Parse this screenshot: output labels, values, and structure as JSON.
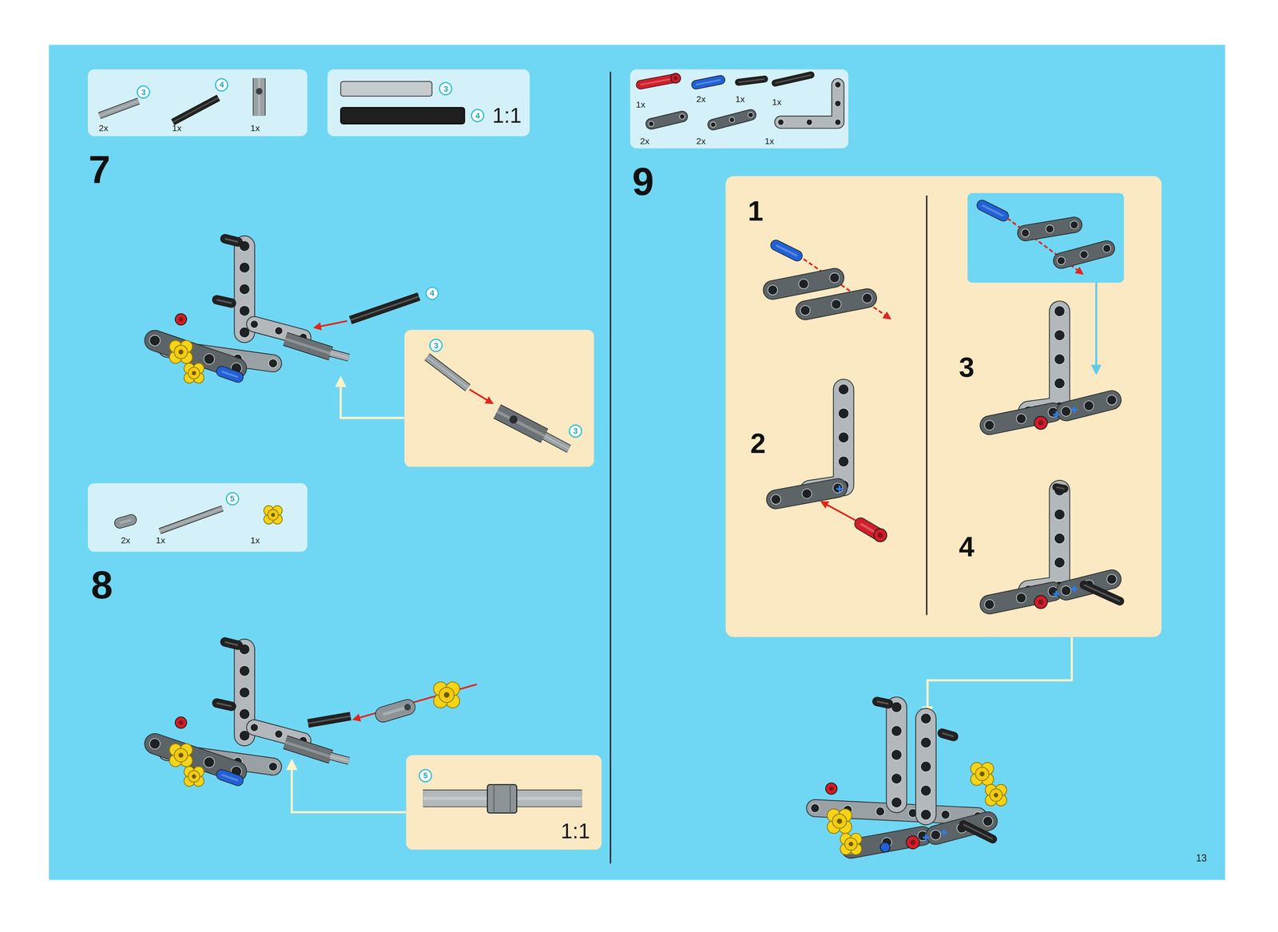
{
  "diagram": {
    "nodes": [
      {
        "text": [
          "3",
          "2x",
          "4",
          "1x",
          "1x"
        ]
      },
      {
        "text": [
          "3",
          "4",
          "1:1"
        ]
      },
      {
        "text": [
          "3",
          "3"
        ]
      },
      {
        "text": [
          "2x",
          "5",
          "1x",
          "1x"
        ]
      },
      {
        "text": [
          "5",
          "1:1"
        ]
      },
      {
        "text": [
          "1x",
          "2x",
          "1x",
          "1x",
          "2x",
          "2x",
          "1x"
        ]
      },
      {
        "text": [
          "1",
          "2",
          "3",
          "4"
        ]
      }
    ],
    "labels": [
      "7",
      "4",
      "8",
      "9",
      "13"
    ]
  }
}
